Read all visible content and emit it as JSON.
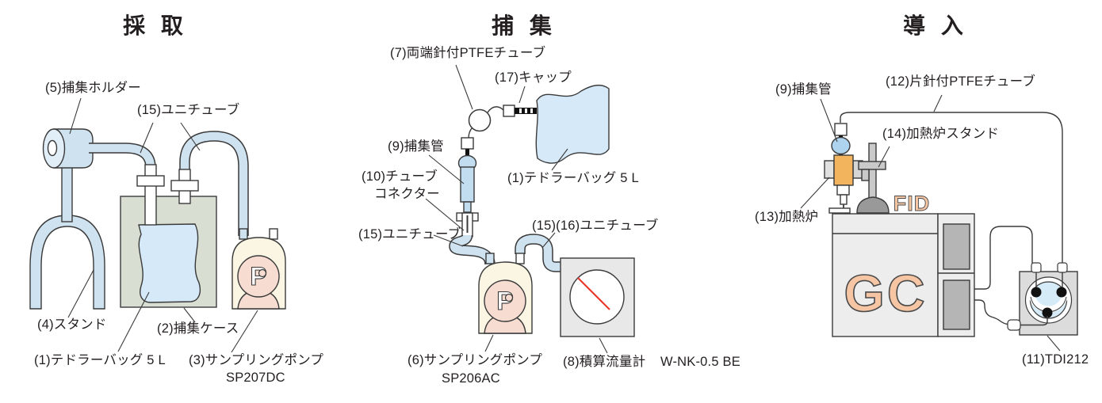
{
  "figure": "gas-sampling-analysis-flow-diagram",
  "colors": {
    "ink": "#231f20",
    "outline": "#3a3a3a",
    "tube": "#cfe2f0",
    "bag": "#d5e9f8",
    "case": "#d8dfd2",
    "pump_body": "#faf6e3",
    "pump_pink": "#f7dcd2",
    "furnace": "#f2b45c",
    "metal": "#c9c9c9",
    "dome": "#999999",
    "gc_body": "#ededed",
    "gc_panel": "#b5b5b5",
    "meter_body": "#e8e8e8",
    "meter_red": "#e8392b",
    "valve_body": "#dcdcdc",
    "valve_blue": "#d6ebf8",
    "letters": "#f6c6a4"
  },
  "marks": {
    "pump": "P",
    "gc": "GC",
    "fid": "FID"
  },
  "sections": {
    "collection": {
      "title": "採 取",
      "labels": {
        "holder": "(5)捕集ホルダー",
        "unitube": "(15)ユニチューブ",
        "stand": "(4)スタンド",
        "case": "(2)捕集ケース",
        "bag": "(1)テドラーバッグ 5 L",
        "pump": "(3)サンプリングポンプ",
        "pump_model": "SP207DC"
      }
    },
    "trapping": {
      "title": "捕 集",
      "labels": {
        "ptfe": "(7)両端針付PTFEチューブ",
        "cap": "(17)キャップ",
        "trap_tube": "(9)捕集管",
        "connector_l1": "(10)チューブ",
        "connector_l2": "コネクター",
        "bag": "(1)テドラーバッグ 5 L",
        "unitube": "(15)ユニチューブ",
        "unitube2": "(15)(16)ユニチューブ",
        "pump": "(6)サンプリングポンプ",
        "pump_model": "SP206AC",
        "meter": "(8)積算流量計",
        "meter_model": "W-NK-0.5 BE"
      }
    },
    "introduction": {
      "title": "導 入",
      "labels": {
        "trap_tube": "(9)捕集管",
        "ptfe": "(12)片針付PTFEチューブ",
        "stand": "(14)加熱炉スタンド",
        "furnace": "(13)加熱炉",
        "valve": "(11)TDI212"
      }
    }
  }
}
